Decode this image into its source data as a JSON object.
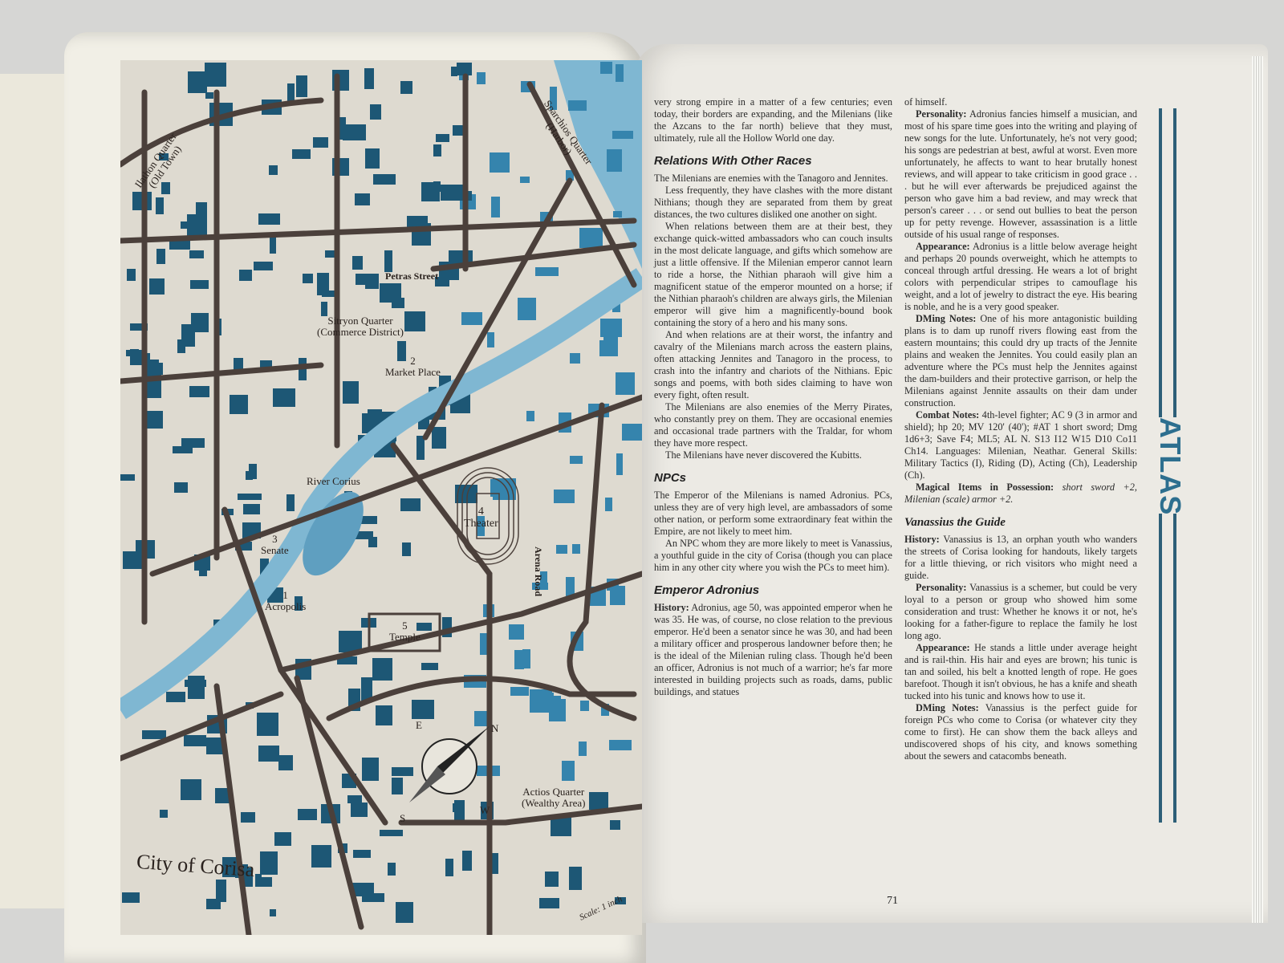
{
  "map": {
    "title": "City of Corisa",
    "scale": "Scale: 1 inch",
    "labels": {
      "old_town": "Ilathon Quarter",
      "old_town_sub": "(Old Town)",
      "harbor": "Sparchios Quarter",
      "harbor_sub": "(Harbor)",
      "commerce": "Sitryon Quarter",
      "commerce_sub": "(Commerce District)",
      "petras": "Petras Street",
      "market_num": "2",
      "market": "Market Place",
      "theater_num": "4",
      "theater": "Theater",
      "arena": "Arena Road",
      "senate_num": "3",
      "senate": "Senate",
      "river": "River Corius",
      "acropolis_num": "1",
      "acropolis": "Acropolis",
      "temple_num": "5",
      "temple": "Temple",
      "wealthy": "Actios Quarter",
      "wealthy_sub": "(Wealthy Area)",
      "compass_n": "N",
      "compass_s": "S",
      "compass_e": "E",
      "compass_w": "W"
    },
    "colors": {
      "paper": "#dedad0",
      "road": "#4b403b",
      "building": "#1d5775",
      "building_light": "#3584ad",
      "river": "#7fb7d2"
    }
  },
  "col1": {
    "intro": "very strong empire in a matter of a few centuries; even today, their borders are expanding, and the Milenians (like the Azcans to the far north) believe that they must, ultimately, rule all the Hollow World one day.",
    "h_relations": "Relations With Other Races",
    "p1": "The Milenians are enemies with the Tanagoro and Jennites.",
    "p2": "Less frequently, they have clashes with the more distant Nithians; though they are separated from them by great distances, the two cultures disliked one another on sight.",
    "p3": "When relations between them are at their best, they exchange quick-witted ambassadors who can couch insults in the most delicate language, and gifts which somehow are just a little offensive. If the Milenian emperor cannot learn to ride a horse, the Nithian pharaoh will give him a magnificent statue of the emperor mounted on a horse; if the Nithian pharaoh's children are always girls, the Milenian emperor will give him a magnificently-bound book containing the story of a hero and his many sons.",
    "p4": "And when relations are at their worst, the infantry and cavalry of the Milenians march across the eastern plains, often attacking Jennites and Tanagoro in the process, to crash into the infantry and chariots of the Nithians. Epic songs and poems, with both sides claiming to have won every fight, often result.",
    "p5": "The Milenians are also enemies of the Merry Pirates, who constantly prey on them. They are occasional enemies and occasional trade partners with the Traldar, for whom they have more respect.",
    "p6": "The Milenians have never discovered the Kubitts.",
    "h_npcs": "NPCs",
    "p7": "The Emperor of the Milenians is named Adronius. PCs, unless they are of very high level, are ambassadors of some other nation, or perform some extraordinary feat within the Empire, are not likely to meet him.",
    "p8": "An NPC whom they are more likely to meet is Vanassius, a youthful guide in the city of Corisa (though you can place him in any other city where you wish the PCs to meet him).",
    "h_emperor": "Emperor Adronius",
    "history_label": "History:",
    "history": "Adronius, age 50, was appointed emperor when he was 35. He was, of course, no close relation to the previous emperor. He'd been a senator since he was 30, and had been a military officer and prosperous landowner before then; he is the ideal of the Milenian ruling class. Though he'd been an officer, Adronius is not much of a warrior; he's far more interested in building projects such as roads, dams, public buildings, and statues"
  },
  "col2": {
    "cont": "of himself.",
    "personality_label": "Personality:",
    "personality": "Adronius fancies himself a musician, and most of his spare time goes into the writing and playing of new songs for the lute. Unfortunately, he's not very good; his songs are pedestrian at best, awful at worst. Even more unfortunately, he affects to want to hear brutally honest reviews, and will appear to take criticism in good grace . . . but he will ever afterwards be prejudiced against the person who gave him a bad review, and may wreck that person's career . . . or send out bullies to beat the person up for petty revenge. However, assassination is a little outside of his usual range of responses.",
    "appearance_label": "Appearance:",
    "appearance": "Adronius is a little below average height and perhaps 20 pounds overweight, which he attempts to conceal through artful dressing. He wears a lot of bright colors with perpendicular stripes to camouflage his weight, and a lot of jewelry to distract the eye. His bearing is noble, and he is a very good speaker.",
    "dming_label": "DMing Notes:",
    "dming": "One of his more antagonistic building plans is to dam up runoff rivers flowing east from the eastern mountains; this could dry up tracts of the Jennite plains and weaken the Jennites. You could easily plan an adventure where the PCs must help the Jennites against the dam-builders and their protective garrison, or help the Milenians against Jennite assaults on their dam under construction.",
    "combat_label": "Combat Notes:",
    "combat": "4th-level fighter; AC 9 (3 in armor and shield); hp 20; MV 120' (40'); #AT 1 short sword; Dmg 1d6+3; Save F4; ML5; AL N. S13 I12 W15 D10 Co11 Ch14. Languages: Milenian, Neathar. General Skills: Military Tactics (I), Riding (D), Acting (Ch), Leadership (Ch).",
    "magic_label": "Magical Items in Possession:",
    "magic": "short sword +2, Milenian (scale) armor +2.",
    "h_guide": "Vanassius the Guide",
    "g_history_label": "History:",
    "g_history": "Vanassius is 13, an orphan youth who wanders the streets of Corisa looking for handouts, likely targets for a little thieving, or rich visitors who might need a guide.",
    "g_personality_label": "Personality:",
    "g_personality": "Vanassius is a schemer, but could be very loyal to a person or group who showed him some consideration and trust: Whether he knows it or not, he's looking for a father-figure to replace the family he lost long ago.",
    "g_appearance_label": "Appearance:",
    "g_appearance": "He stands a little under average height and is rail-thin. His hair and eyes are brown; his tunic is tan and soiled, his belt a knotted length of rope. He goes barefoot. Though it isn't obvious, he has a knife and sheath tucked into his tunic and knows how to use it.",
    "g_dming_label": "DMing Notes:",
    "g_dming": "Vanassius is the perfect guide for foreign PCs who come to Corisa (or whatever city they come to first). He can show them the back alleys and undiscovered shops of his city, and knows something about the sewers and catacombs beneath."
  },
  "sidebar": {
    "atlas": "ATLAS",
    "accent": "#2d6f8f"
  },
  "page_number": "71"
}
